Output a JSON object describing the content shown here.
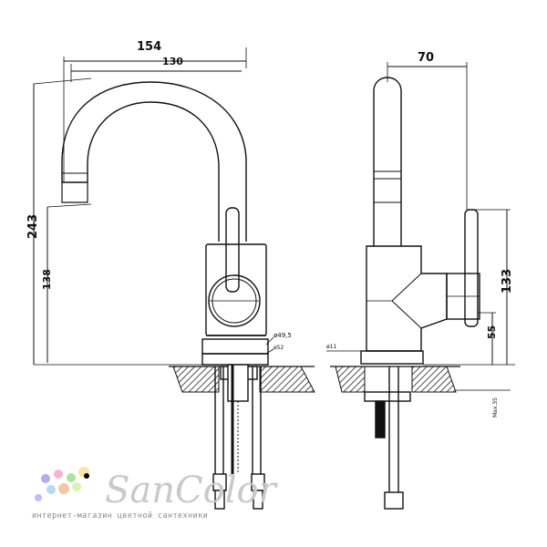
{
  "dimensions": {
    "front_width_outer": "154",
    "front_width_inner": "130",
    "front_height_total": "243",
    "front_height_spout": "138",
    "front_diameter_1": "ø49,5",
    "front_diameter_2": "ø52",
    "side_depth": "70",
    "side_height_handle": "133",
    "side_height_base": "55",
    "side_diameter": "ø11",
    "side_thickness": "Max.35"
  },
  "brand": {
    "name": "SanColor",
    "tagline": "интернет-магазин цветной сантехники",
    "dot_colors": [
      "#b9a9f0",
      "#f7b3d3",
      "#a8e6a0",
      "#f9e79f",
      "#b3d9f7",
      "#f5c6a5",
      "#d7f5b0",
      "#c7b8ff",
      "#000000"
    ]
  },
  "colors": {
    "line": "#111111",
    "hatch": "#222222",
    "logo": "#c9c9c9"
  }
}
